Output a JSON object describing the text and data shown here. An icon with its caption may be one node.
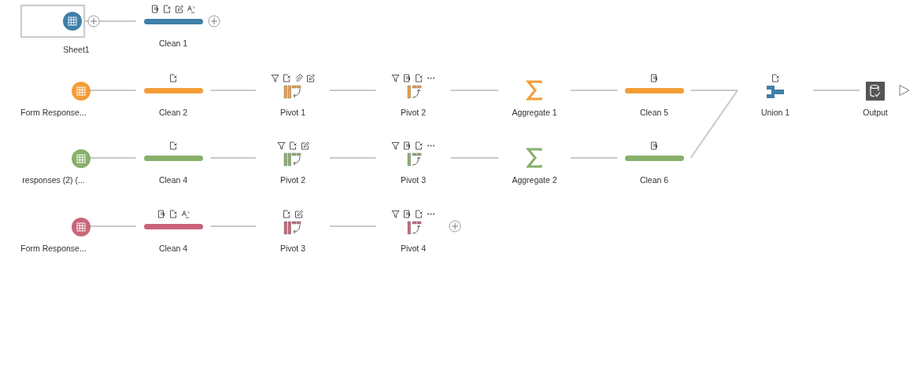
{
  "diagram": {
    "nodes": [
      {
        "text": [
          "Sheet1"
        ]
      },
      {
        "text": [
          "Clean 1"
        ]
      },
      {
        "text": [
          "Form Response..."
        ]
      },
      {
        "text": [
          "Clean 2"
        ]
      },
      {
        "text": [
          "Pivot 1"
        ]
      },
      {
        "text": [
          "Pivot 2"
        ]
      },
      {
        "text": [
          "Aggregate 1"
        ]
      },
      {
        "text": [
          "Clean 5"
        ]
      },
      {
        "text": [
          "Union 1"
        ]
      },
      {
        "text": [
          "Output"
        ]
      },
      {
        "text": [
          "responses (2) (..."
        ]
      },
      {
        "text": [
          "Clean 4"
        ]
      },
      {
        "text": [
          "Pivot 2"
        ]
      },
      {
        "text": [
          "Pivot 3"
        ]
      },
      {
        "text": [
          "Aggregate 2"
        ]
      },
      {
        "text": [
          "Clean 6"
        ]
      },
      {
        "text": [
          "Form Response..."
        ]
      },
      {
        "text": [
          "Clean 4"
        ]
      },
      {
        "text": [
          "Pivot 3"
        ]
      },
      {
        "text": [
          "Pivot 4"
        ]
      }
    ],
    "edges": [
      {
        "from": 0,
        "to": 1,
        "arrow": "none"
      },
      {
        "from": 2,
        "to": 3,
        "arrow": "none"
      },
      {
        "from": 3,
        "to": 4,
        "arrow": "none"
      },
      {
        "from": 4,
        "to": 5,
        "arrow": "none"
      },
      {
        "from": 5,
        "to": 6,
        "arrow": "none"
      },
      {
        "from": 6,
        "to": 7,
        "arrow": "none"
      },
      {
        "from": 7,
        "to": 8,
        "arrow": "none"
      },
      {
        "from": 8,
        "to": 9,
        "arrow": "none"
      },
      {
        "from": 10,
        "to": 11,
        "arrow": "none"
      },
      {
        "from": 11,
        "to": 12,
        "arrow": "none"
      },
      {
        "from": 12,
        "to": 13,
        "arrow": "none"
      },
      {
        "from": 13,
        "to": 14,
        "arrow": "none"
      },
      {
        "from": 14,
        "to": 15,
        "arrow": "none"
      },
      {
        "from": 15,
        "to": 8,
        "arrow": "none"
      },
      {
        "from": 16,
        "to": 17,
        "arrow": "none"
      },
      {
        "from": 17,
        "to": 18,
        "arrow": "none"
      },
      {
        "from": 18,
        "to": 19,
        "arrow": "none"
      }
    ]
  }
}
